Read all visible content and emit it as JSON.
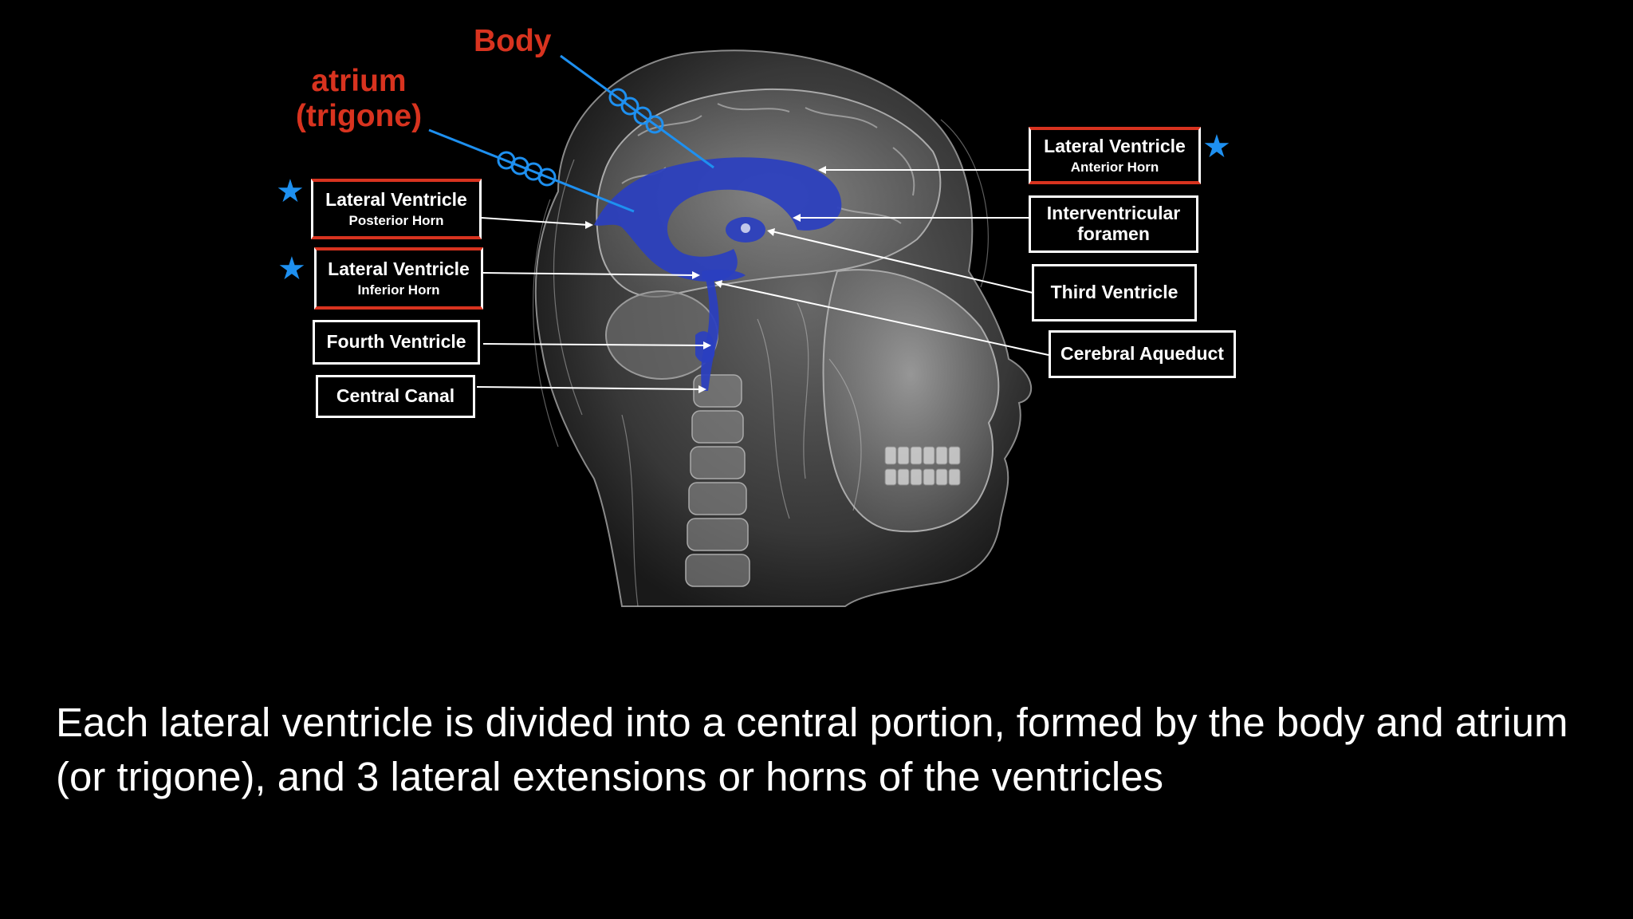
{
  "labels": {
    "body": "Body",
    "atrium_line1": "atrium",
    "atrium_line2": "(trigone)",
    "lv_anterior_title": "Lateral Ventricle",
    "lv_anterior_sub": "Anterior Horn",
    "lv_posterior_title": "Lateral Ventricle",
    "lv_posterior_sub": "Posterior Horn",
    "lv_inferior_title": "Lateral Ventricle",
    "lv_inferior_sub": "Inferior Horn",
    "interventricular_line1": "Interventricular",
    "interventricular_line2": "foramen",
    "third_ventricle": "Third Ventricle",
    "cerebral_aqueduct": "Cerebral Aqueduct",
    "fourth_ventricle": "Fourth Ventricle",
    "central_canal": "Central Canal"
  },
  "star_glyph": "★",
  "caption": "Each lateral ventricle is divided into a central portion, formed by the body and atrium (or trigone), and 3 lateral extensions or horns of the ventricles",
  "colors": {
    "background": "#000000",
    "red_text": "#d8331f",
    "ventricle_blue": "#2a3fc0",
    "pointer_blue": "#1e90f0",
    "star_blue": "#1e90f0"
  }
}
